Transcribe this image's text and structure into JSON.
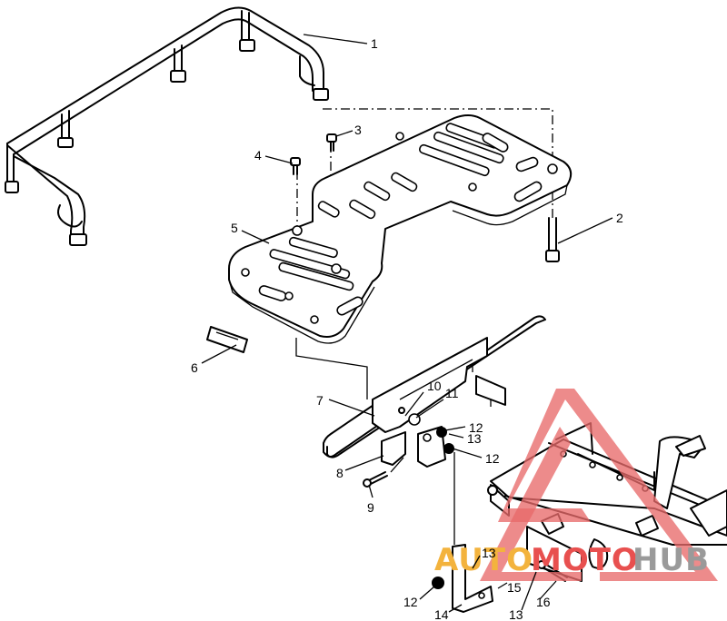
{
  "callouts": [
    {
      "id": "c1",
      "label": "1"
    },
    {
      "id": "c2",
      "label": "2"
    },
    {
      "id": "c3",
      "label": "3"
    },
    {
      "id": "c4",
      "label": "4"
    },
    {
      "id": "c5",
      "label": "5"
    },
    {
      "id": "c6",
      "label": "6"
    },
    {
      "id": "c7",
      "label": "7"
    },
    {
      "id": "c8",
      "label": "8"
    },
    {
      "id": "c9",
      "label": "9"
    },
    {
      "id": "c10",
      "label": "10"
    },
    {
      "id": "c11",
      "label": "11"
    },
    {
      "id": "c12a",
      "label": "12"
    },
    {
      "id": "c13a",
      "label": "13"
    },
    {
      "id": "c12b",
      "label": "12"
    },
    {
      "id": "c13b",
      "label": "13"
    },
    {
      "id": "c15",
      "label": "15"
    },
    {
      "id": "c12c",
      "label": "12"
    },
    {
      "id": "c14",
      "label": "14"
    },
    {
      "id": "c13c",
      "label": "13"
    },
    {
      "id": "c16",
      "label": "16"
    }
  ],
  "watermark": {
    "text_part1": "AUTO",
    "text_part2": "MOTO",
    "text_part3": "HUB",
    "colors": {
      "triangle": "#e86a6a",
      "auto": "#f3b33d",
      "moto": "#e8504f",
      "hub": "#9a9a9a"
    }
  },
  "colors": {
    "line": "#000000",
    "background": "#ffffff"
  }
}
